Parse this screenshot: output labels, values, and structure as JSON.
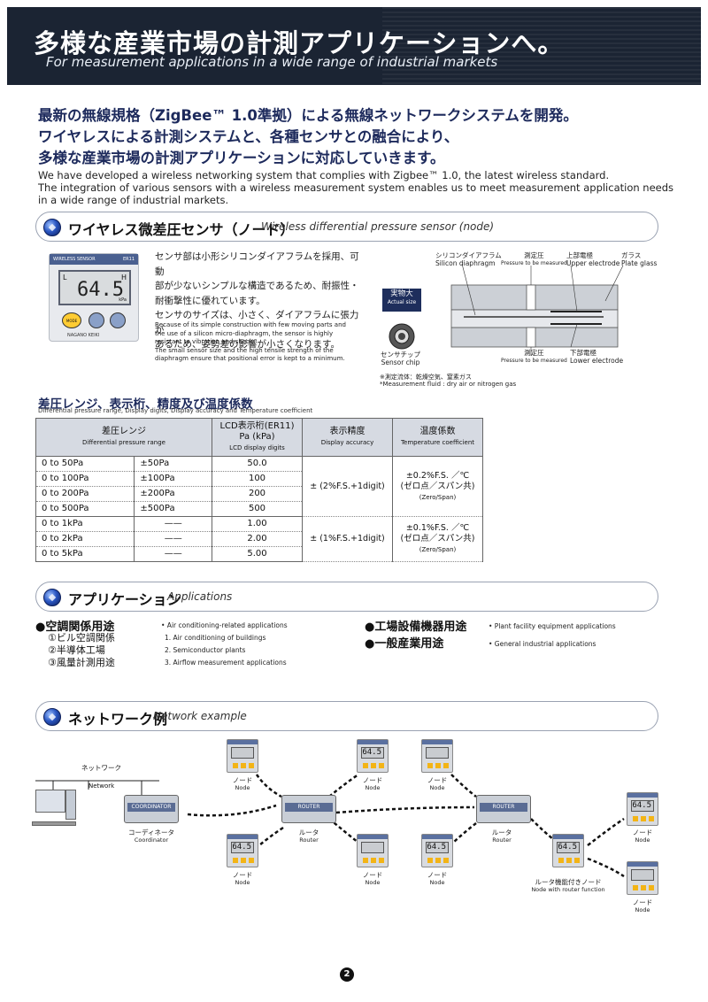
{
  "header": {
    "title": "多様な産業市場の計測アプリケーションへ。",
    "subtitle": "For measurement applications in a wide range of industrial markets"
  },
  "intro": {
    "jp_lines": [
      "最新の無線規格（ZigBee™ 1.0準拠）による無線ネットワークシステムを開発。",
      "ワイヤレスによる計測システムと、各種センサとの融合により、",
      "多様な産業市場の計測アプリケーションに対応していきます。"
    ],
    "en_lines": [
      "We have developed a wireless networking system that complies with Zigbee™ 1.0, the latest wireless standard.",
      "The integration of various sensors with a wireless measurement system enables us to meet measurement application needs",
      "in a wide range of industrial markets."
    ]
  },
  "sensor_section": {
    "title_jp": "ワイヤレス微差圧センサ（ノード）",
    "title_en": "Wireless differential pressure sensor (node)",
    "device": {
      "header": "WIRELESS SENSOR",
      "model": "ER11",
      "lcd_value": "64.5",
      "unit": "kPa",
      "mode_label": "MODE",
      "brand": "NAGANO KEIKI",
      "mark_l": "L",
      "mark_h": "H"
    },
    "desc_jp": [
      "センサ部は小形シリコンダイアフラムを採用、可動",
      "部が少ないシンプルな構造であるため、耐振性・",
      "耐衝撃性に優れています。",
      "センサのサイズは、小さく、ダイアフラムに張力が",
      "あるため、姿勢差の影響が小さくなります。"
    ],
    "desc_en": [
      "Because of its simple construction with few moving parts and",
      "the use of a silicon micro-diaphragm, the sensor is highly",
      "resistant to vibration and shock.",
      "The small sensor size and the high tensile strength of the",
      "diaphragm ensure that positional error is kept to a minimum."
    ],
    "diagram": {
      "silicon_jp": "シリコンダイアフラム",
      "silicon_en": "Silicon diaphragm",
      "pressure_jp": "測定圧",
      "pressure_en": "Pressure to be measured",
      "upper_jp": "上部電極",
      "upper_en": "Upper electrode",
      "glass_jp": "ガラス",
      "glass_en": "Plate glass",
      "lower_jp": "下部電極",
      "lower_en": "Lower electrode",
      "actual_jp": "実物大",
      "actual_en": "Actual size",
      "chip_jp": "センサチップ",
      "chip_en": "Sensor chip",
      "fluid_jp": "※測定流体：乾燥空気、窒素ガス",
      "fluid_en": "*Measurement fluid : dry air or nitrogen gas"
    }
  },
  "table": {
    "title": "差圧レンジ、表示桁、精度及び温度係数",
    "subtitle": "Differential pressure range, Display digits, Display accuracy and Temperature coefficient",
    "headers": {
      "range_jp": "差圧レンジ",
      "range_en": "Differential pressure range",
      "lcd_jp": "LCD表示桁(ER11)",
      "lcd_unit": "Pa (kPa)",
      "lcd_en": "LCD display digits",
      "acc_jp": "表示精度",
      "acc_en": "Display accuracy",
      "temp_jp": "温度係数",
      "temp_en": "Temperature coefficient"
    },
    "rows": [
      {
        "range": "0 to 50Pa",
        "pm": "±50Pa",
        "digits": "50.0"
      },
      {
        "range": "0 to 100Pa",
        "pm": "±100Pa",
        "digits": "100"
      },
      {
        "range": "0 to 200Pa",
        "pm": "±200Pa",
        "digits": "200"
      },
      {
        "range": "0 to 500Pa",
        "pm": "±500Pa",
        "digits": "500"
      },
      {
        "range": "0 to 1kPa",
        "pm": "——",
        "digits": "1.00"
      },
      {
        "range": "0 to 2kPa",
        "pm": "——",
        "digits": "2.00"
      },
      {
        "range": "0 to 5kPa",
        "pm": "——",
        "digits": "5.00"
      }
    ],
    "group1": {
      "accuracy": "± (2%F.S.+1digit)",
      "temp": "±0.2%F.S. ／℃",
      "temp2": "(ゼロ点／スパン共)",
      "temp3": "(Zero/Span)"
    },
    "group2": {
      "accuracy": "± (1%F.S.+1digit)",
      "temp": "±0.1%F.S. ／℃",
      "temp2": "(ゼロ点／スパン共)",
      "temp3": "(Zero/Span)"
    }
  },
  "applications": {
    "title_jp": "アプリケーション",
    "title_en": "Applications",
    "left_main": "●空調関係用途",
    "left_subs": [
      "①ビル空調関係",
      "②半導体工場",
      "③風量計測用途"
    ],
    "left_en_main": "• Air conditioning-related applications",
    "left_en_subs": [
      "1. Air conditioning of buildings",
      "2. Semiconductor plants",
      "3. Airflow measurement applications"
    ],
    "right_items": [
      {
        "jp": "●工場設備機器用途",
        "en": "• Plant facility equipment applications"
      },
      {
        "jp": "●一般産業用途",
        "en": "• General industrial applications"
      }
    ]
  },
  "network": {
    "title_jp": "ネットワーク例",
    "title_en": "Network example",
    "network_jp": "ネットワーク",
    "network_en": "Network",
    "coordinator_jp": "コーディネータ",
    "coordinator_en": "Coordinator",
    "coordinator_bar": "COORDINATOR",
    "router_jp": "ルータ",
    "router_en": "Router",
    "router_bar": "ROUTER",
    "node_jp": "ノード",
    "node_en": "Node",
    "node_router_jp": "ルータ機能付きノード",
    "node_router_en": "Node with router function",
    "lcd_value": "64.5"
  },
  "page_number": "2"
}
